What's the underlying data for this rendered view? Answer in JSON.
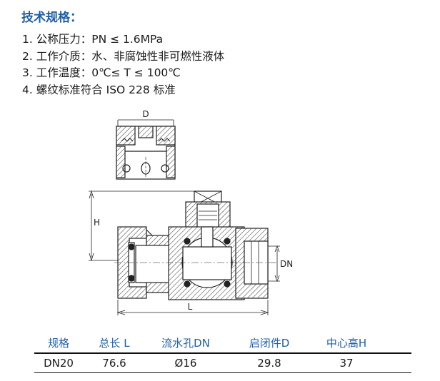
{
  "title": "技术规格：",
  "specs": [
    "1. 公称压力：PN ≤ 1.6MPa",
    "2. 工作介质：水、非腐蚀性非可燃性液体",
    "3. 工作温度：0℃≤ T ≤ 100℃",
    "4. 螺纹标准符合 ISO 228 标准"
  ],
  "drawing_labels": {
    "d": "D",
    "h": "H",
    "l": "L",
    "dn": "DN"
  },
  "table": {
    "headers": [
      "规格",
      "总长 L",
      "流水孔DN",
      "启闭件D",
      "中心高H"
    ],
    "rows": [
      [
        "DN20",
        "76.6",
        "Ø16",
        "29.8",
        "37"
      ]
    ]
  },
  "colors": {
    "accent": "#1f5fa8",
    "hatch": "#555555"
  }
}
